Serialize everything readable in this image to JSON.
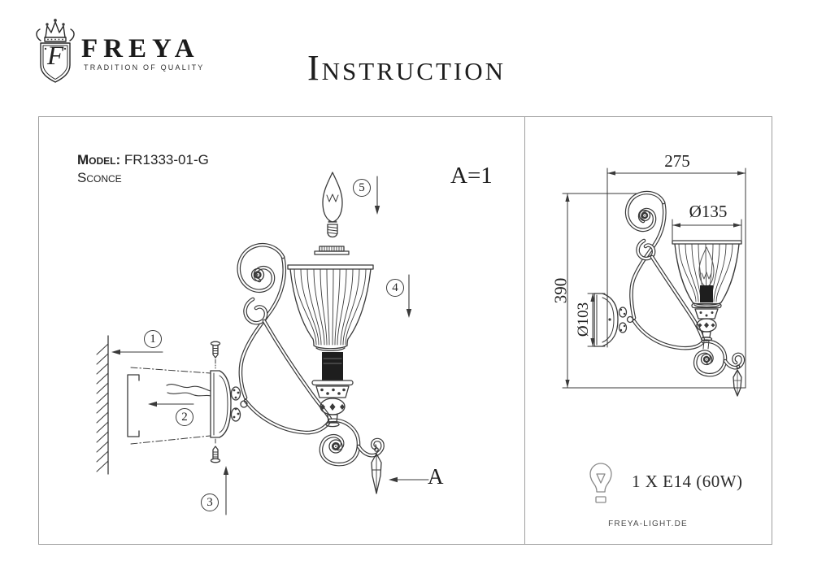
{
  "logo": {
    "brand": "FREYA",
    "tagline": "TRADITION OF QUALITY",
    "monogram": "F"
  },
  "header": {
    "title": "Instruction"
  },
  "product": {
    "model_label": "Model:",
    "model_value": "FR1333-01-G",
    "type": "Sconce"
  },
  "assembly": {
    "note": "A=1",
    "part_label": "A",
    "steps": [
      "1",
      "2",
      "3",
      "4",
      "5"
    ]
  },
  "dimensions": {
    "width": "275",
    "height": "390",
    "shade_diameter": "Ø135",
    "plate_diameter": "Ø103"
  },
  "bulb": {
    "spec": "1 X E14 (60W)"
  },
  "footer": {
    "website": "FREYA-LIGHT.DE"
  },
  "colors": {
    "ink": "#3a3a3a",
    "border": "#9e9e9e",
    "socket": "#1e1e1e",
    "background": "#ffffff"
  }
}
